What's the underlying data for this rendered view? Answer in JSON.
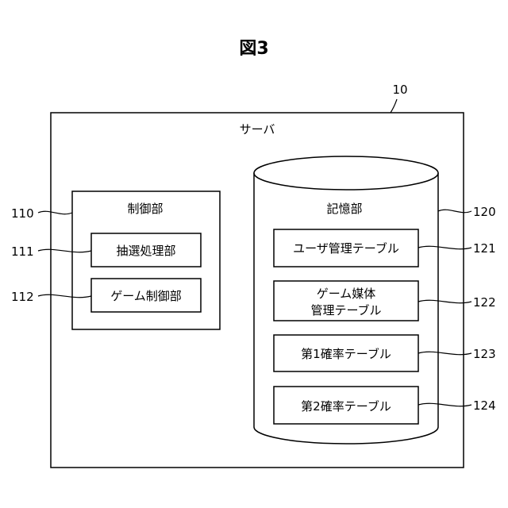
{
  "figure": {
    "title": "図3"
  },
  "server": {
    "ref": "10",
    "label": "サーバ"
  },
  "control_unit": {
    "ref": "110",
    "label": "制御部",
    "children": [
      {
        "ref": "111",
        "label": "抽選処理部"
      },
      {
        "ref": "112",
        "label": "ゲーム制御部"
      }
    ]
  },
  "storage_unit": {
    "ref": "120",
    "label": "記憶部",
    "tables": [
      {
        "ref": "121",
        "lines": [
          "ユーザ管理テーブル"
        ]
      },
      {
        "ref": "122",
        "lines": [
          "ゲーム媒体",
          "管理テーブル"
        ]
      },
      {
        "ref": "123",
        "lines": [
          "第1確率テーブル"
        ]
      },
      {
        "ref": "124",
        "lines": [
          "第2確率テーブル"
        ]
      }
    ]
  }
}
